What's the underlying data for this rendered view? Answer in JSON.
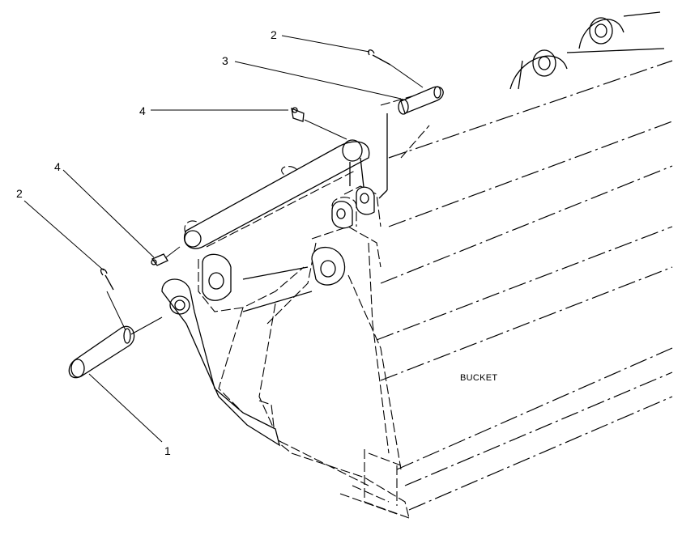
{
  "diagram": {
    "part_label": "BUCKET",
    "callouts": [
      {
        "id": "callout-2-top",
        "text": "2"
      },
      {
        "id": "callout-3",
        "text": "3"
      },
      {
        "id": "callout-4-top",
        "text": "4"
      },
      {
        "id": "callout-4-left",
        "text": "4"
      },
      {
        "id": "callout-2-left",
        "text": "2"
      },
      {
        "id": "callout-1",
        "text": "1"
      }
    ]
  }
}
